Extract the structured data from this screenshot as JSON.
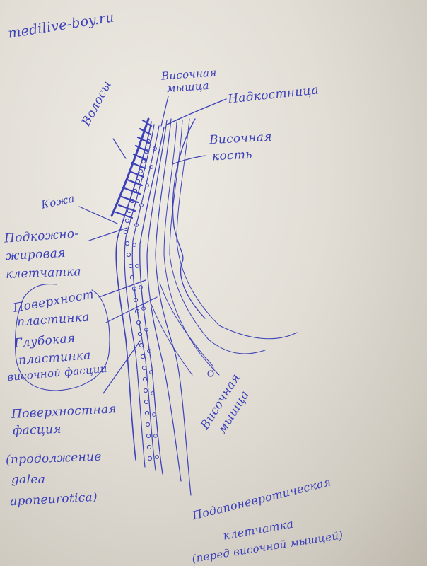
{
  "watermark": "medilive-boy.ru",
  "labels": {
    "hair": "Волосы",
    "temporal_muscle_top_1": "Височная",
    "temporal_muscle_top_2": "мышца",
    "periosteum": "Надкостница",
    "temporal_bone_1": "Височная",
    "temporal_bone_2": "кость",
    "skin": "Кожа",
    "subcutaneous_1": "Подкожно-",
    "subcutaneous_2": "жировая",
    "subcutaneous_3": "клетчатка",
    "superficial_plate_1": "Поверхност",
    "superficial_plate_2": "пластинка",
    "deep_plate_1": "Глубокая",
    "deep_plate_2": "пластинка",
    "temporal_fascia": "височной фасции",
    "superficial_fascia_1": "Поверхностная",
    "superficial_fascia_2": "фасция",
    "continuation_1": "(продолжение",
    "continuation_2": "galea",
    "continuation_3": "aponeurotica)",
    "temporal_muscle_bottom_1": "Височная",
    "temporal_muscle_bottom_2": "мышца",
    "subaponeurotic_1": "Подапоневротическая",
    "subaponeurotic_2": "клетчатка",
    "subaponeurotic_3": "(перед височной мышцей)"
  },
  "colors": {
    "ink": "#3b40b8",
    "paper": "#e6e2da"
  }
}
